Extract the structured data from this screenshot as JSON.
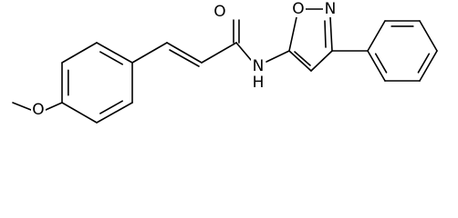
{
  "structure": {
    "atom_labels": {
      "O_carbonyl": "O",
      "O_ring": "O",
      "N_ring": "N",
      "N_amide": "N",
      "H_amide": "H",
      "O_methoxy": "O"
    },
    "colors": {
      "bond": "#000000",
      "background": "#ffffff"
    }
  }
}
